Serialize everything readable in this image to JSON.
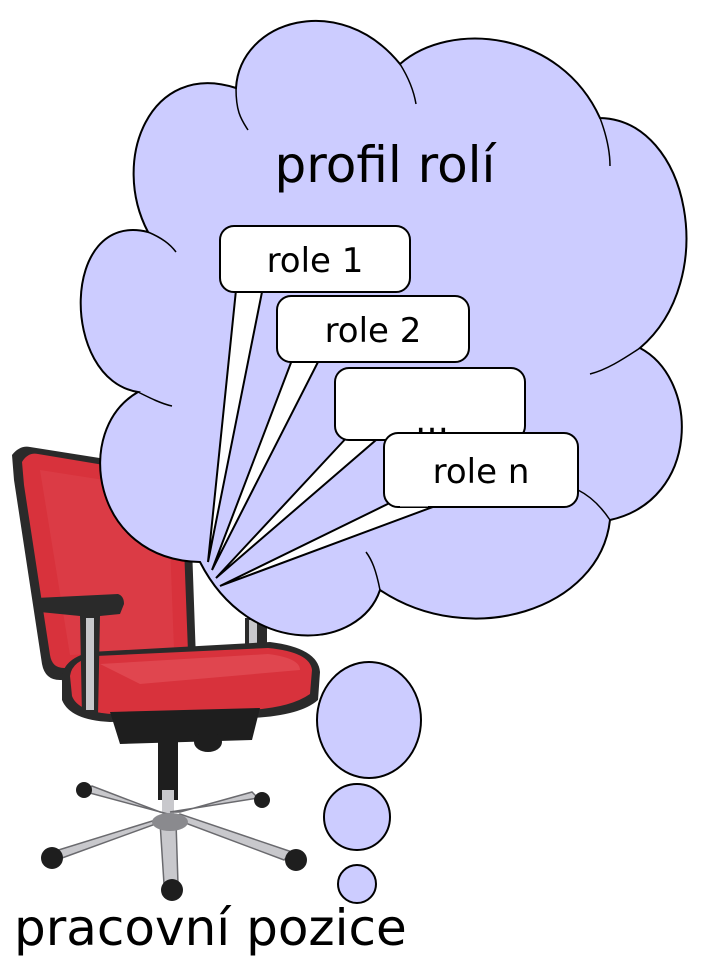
{
  "colors": {
    "cloud_fill": "#ccccff",
    "outline": "#000000",
    "chair_red": "#d8323c",
    "chair_dark": "#2a2a2a",
    "chrome": "#c8c8cc"
  },
  "cloud": {
    "title": "profil rolí"
  },
  "roles": [
    {
      "label": "role 1"
    },
    {
      "label": "role 2"
    },
    {
      "label": "…"
    },
    {
      "label": "role n"
    }
  ],
  "chair": {
    "icon": "office-chair-icon"
  },
  "caption": "pracovní pozice"
}
